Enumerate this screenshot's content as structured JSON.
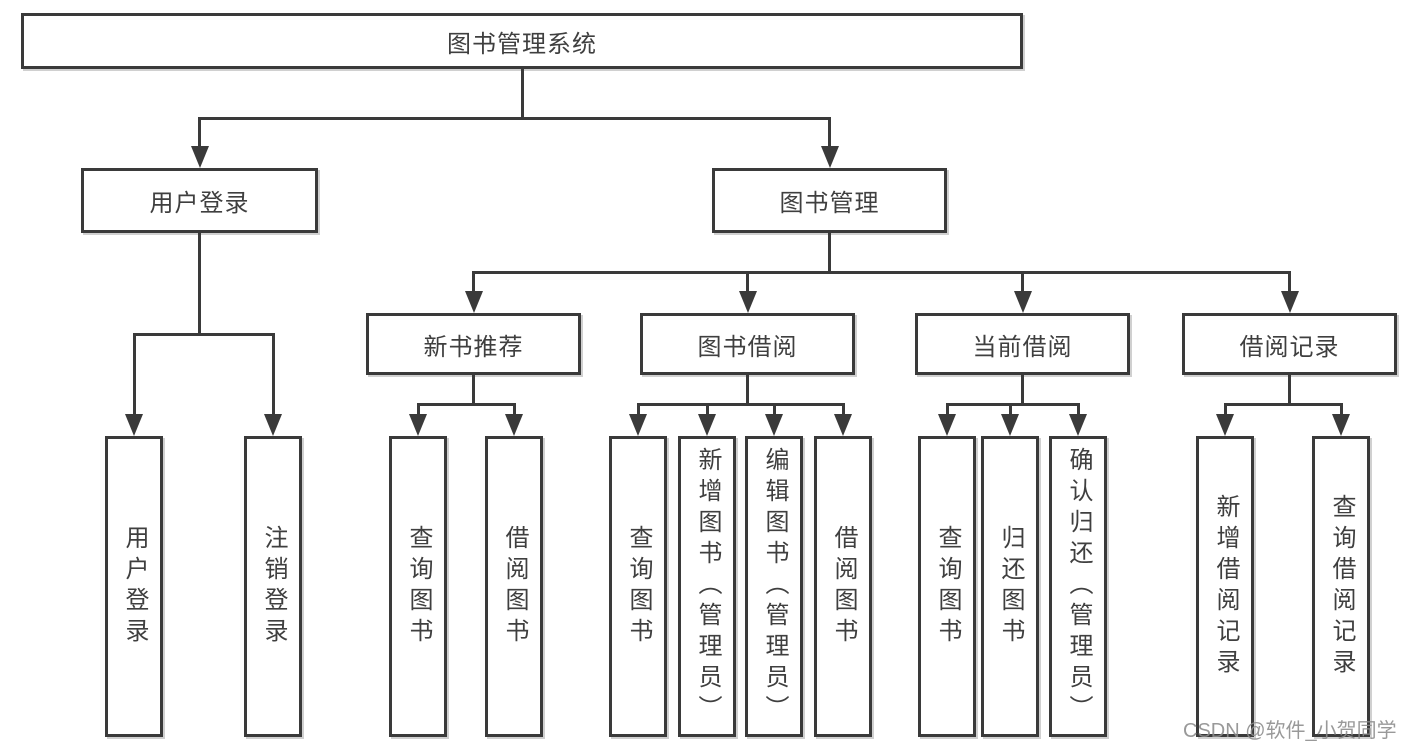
{
  "colors": {
    "line": "#3a3a3a",
    "text": "#3f3f3f",
    "box-bg": "#ffffff",
    "watermark": "#8c8c8c",
    "background": "#ffffff"
  },
  "tree": {
    "root": {
      "label": "图书管理系统"
    },
    "branches": [
      {
        "label": "用户登录",
        "children": [
          {
            "label": "用户登录"
          },
          {
            "label": "注销登录"
          }
        ]
      },
      {
        "label": "图书管理",
        "children": [
          {
            "label": "新书推荐",
            "children": [
              {
                "label": "查询图书"
              },
              {
                "label": "借阅图书"
              }
            ]
          },
          {
            "label": "图书借阅",
            "children": [
              {
                "label": "查询图书"
              },
              {
                "label": "新增图书（管理员）"
              },
              {
                "label": "编辑图书（管理员）"
              },
              {
                "label": "借阅图书"
              }
            ]
          },
          {
            "label": "当前借阅",
            "children": [
              {
                "label": "查询图书"
              },
              {
                "label": "归还图书"
              },
              {
                "label": "确认归还（管理员）"
              }
            ]
          },
          {
            "label": "借阅记录",
            "children": [
              {
                "label": "新增借阅记录"
              },
              {
                "label": "查询借阅记录"
              }
            ]
          }
        ]
      }
    ]
  },
  "watermark": {
    "text": "CSDN @软件_小贺同学"
  }
}
